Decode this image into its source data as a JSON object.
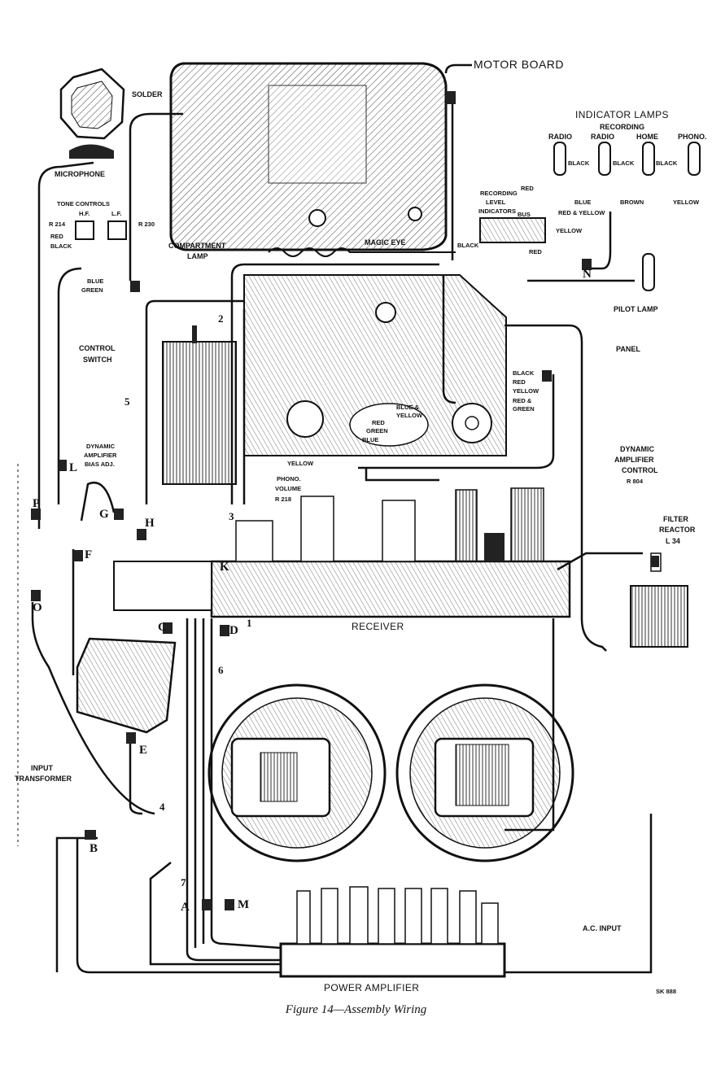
{
  "figure": {
    "caption": "Figure 14—Assembly Wiring",
    "drawing_code": "SK 888"
  },
  "components": {
    "motor_board": "MOTOR BOARD",
    "solder": "SOLDER",
    "indicator_lamps": "INDICATOR LAMPS",
    "recording": "RECORDING",
    "lamp_radio": "RADIO",
    "lamp_rec_radio": "RADIO",
    "lamp_home": "HOME",
    "lamp_phono": "PHONO.",
    "microphone": "MICROPHONE",
    "tone_controls": "TONE CONTROLS",
    "hf": "H.F.",
    "lf": "L.F.",
    "r214": "R 214",
    "r230": "R 230",
    "recording_level_1": "RECORDING",
    "recording_level_2": "LEVEL",
    "recording_level_3": "INDICATORS",
    "bus": "BUS",
    "compartment_lamp_1": "COMPARTMENT",
    "compartment_lamp_2": "LAMP",
    "magic_eye": "MAGIC EYE",
    "pilot_lamp": "PILOT LAMP",
    "control_switch_1": "CONTROL",
    "control_switch_2": "SWITCH",
    "panel": "PANEL",
    "dynamic_amp_control_1": "DYNAMIC",
    "dynamic_amp_control_2": "AMPLIFIER",
    "dynamic_amp_control_3": "CONTROL",
    "r804": "R 804",
    "dynamic_amp_bias_1": "DYNAMIC",
    "dynamic_amp_bias_2": "AMPLIFIER",
    "dynamic_amp_bias_3": "BIAS ADJ.",
    "phono_volume_1": "PHONO.",
    "phono_volume_2": "VOLUME",
    "r218": "R 218",
    "filter_reactor_1": "FILTER",
    "filter_reactor_2": "REACTOR",
    "l34": "L 34",
    "receiver": "RECEIVER",
    "input_transformer_1": "INPUT",
    "input_transformer_2": "TRANSFORMER",
    "ac_input": "A.C. INPUT",
    "power_amplifier": "POWER AMPLIFIER"
  },
  "wire_colors": {
    "red_tc": "RED",
    "black_tc": "BLACK",
    "blue_tc": "BLUE",
    "green_tc": "GREEN",
    "black_1": "BLACK",
    "black_2": "BLACK",
    "black_3": "BLACK",
    "red_lamps": "RED",
    "blue_lamps": "BLUE",
    "red_yellow": "RED & YELLOW",
    "brown": "BROWN",
    "yellow_lamps": "YELLOW",
    "yellow_rli": "YELLOW",
    "black_rli": "BLACK",
    "red_rli": "RED",
    "red_mid": "RED",
    "green_mid": "GREEN",
    "blue_mid": "BLUE",
    "blue_yellow_1": "BLUE &",
    "blue_yellow_2": "YELLOW",
    "black_dac": "BLACK",
    "red_dac": "RED",
    "yellow_dac": "YELLOW",
    "red_green_1": "RED &",
    "red_green_2": "GREEN",
    "yellow_phono": "YELLOW"
  },
  "connectors": {
    "A": "A",
    "B": "B",
    "C": "C",
    "D": "D",
    "E": "E",
    "F": "F",
    "G": "G",
    "H": "H",
    "K": "K",
    "L": "L",
    "M": "M",
    "N": "N",
    "O": "O",
    "P": "P"
  },
  "cable_numbers": {
    "n1": "1",
    "n2": "2",
    "n3": "3",
    "n4": "4",
    "n5": "5",
    "n6": "6",
    "n7": "7"
  }
}
